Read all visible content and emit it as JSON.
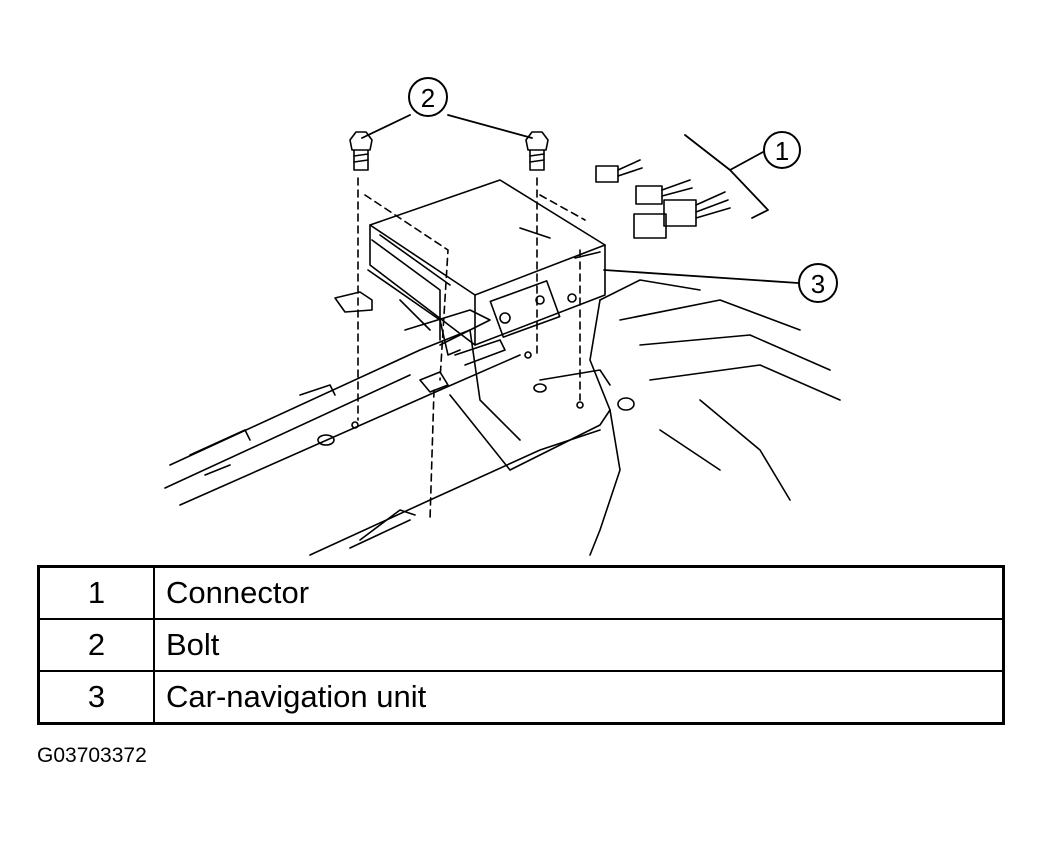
{
  "callouts": [
    {
      "number": "1"
    },
    {
      "number": "2"
    },
    {
      "number": "3"
    }
  ],
  "legend": [
    {
      "number": "1",
      "label": "Connector"
    },
    {
      "number": "2",
      "label": "Bolt"
    },
    {
      "number": "3",
      "label": "Car-navigation unit"
    }
  ],
  "figure_code": "G03703372"
}
